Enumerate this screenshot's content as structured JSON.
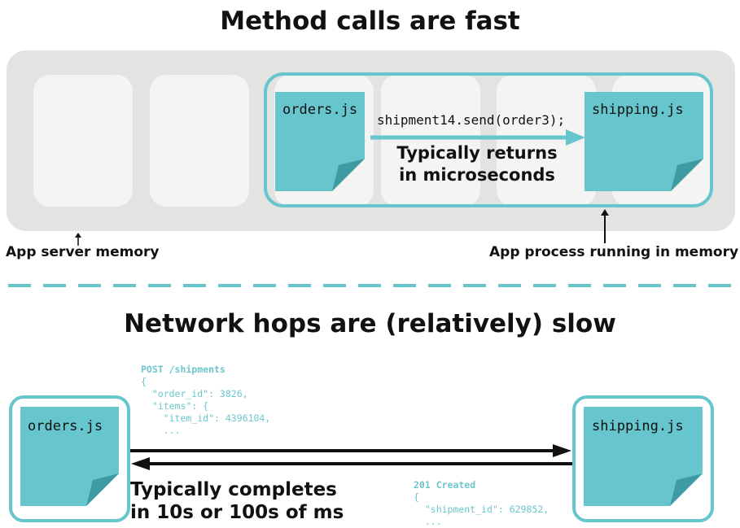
{
  "top": {
    "title": "Method calls are fast",
    "call_code": "shipment14.send(order3);",
    "speed_line1": "Typically returns",
    "speed_line2": "in microseconds",
    "left_file": "orders.js",
    "right_file": "shipping.js",
    "memory_label": "App server memory",
    "process_label": "App process running in memory"
  },
  "bottom": {
    "title": "Network hops are (relatively) slow",
    "left_file": "orders.js",
    "right_file": "shipping.js",
    "speed_line1": "Typically completes",
    "speed_line2": "in 10s or 100s of ms",
    "request": {
      "line1": "POST /shipments",
      "line2": "{",
      "line3": "  \"order_id\": 3826,",
      "line4": "  \"items\": {",
      "line5": "    \"item_id\": 4396104,",
      "line6": "    ..."
    },
    "response": {
      "line1": "201 Created",
      "line2": "{",
      "line3": "  \"shipment_id\": 629852,",
      "line4": "  ..."
    }
  },
  "colors": {
    "teal": "#66c5cd",
    "note_fill": "#66c5cd",
    "note_fold": "#3e9aa3",
    "memory_bg": "#e3e3e1",
    "slot_bg": "#f4f4f2",
    "dash": "#66c5cd"
  }
}
